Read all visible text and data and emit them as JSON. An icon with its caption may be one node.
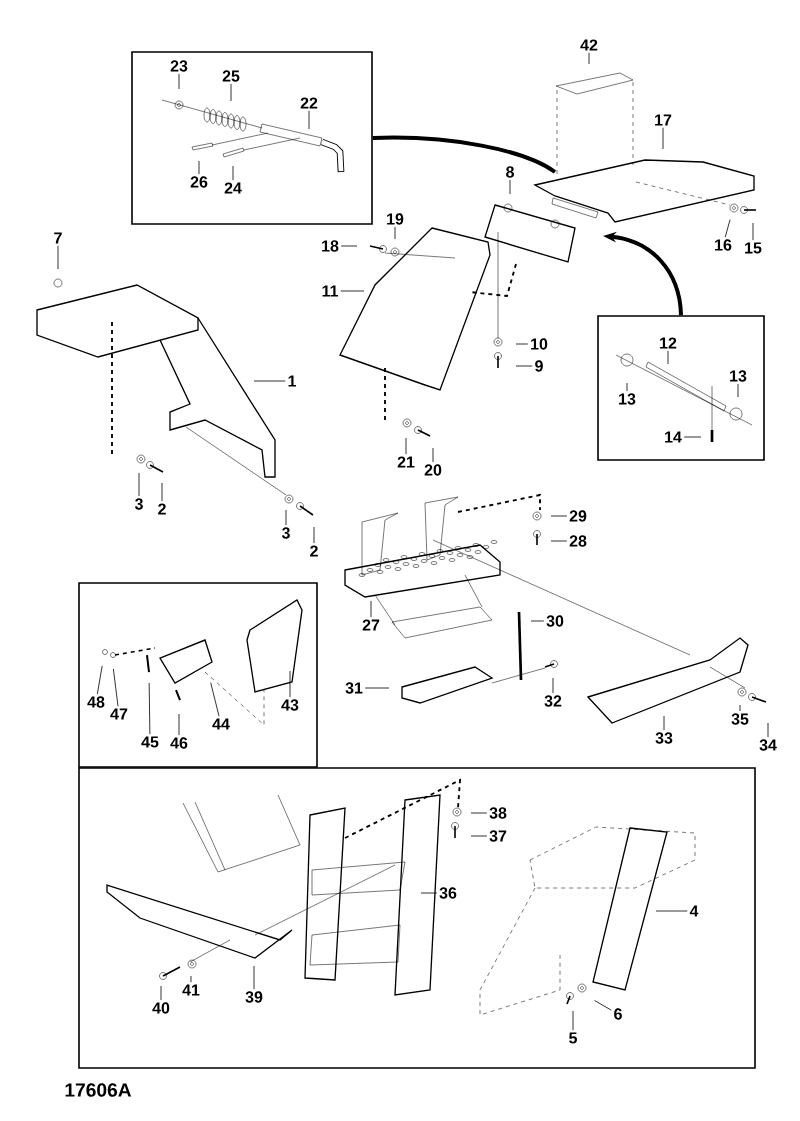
{
  "diagram": {
    "nodes": [
      {
        "text": [],
        "shape": "box"
      },
      {
        "text": [
          "23"
        ],
        "in": 0
      },
      {
        "text": [
          "25"
        ],
        "in": 0
      },
      {
        "text": [
          "22"
        ],
        "in": 0
      },
      {
        "text": [
          "26"
        ],
        "in": 0
      },
      {
        "text": [
          "24"
        ],
        "in": 0
      },
      {
        "text": [
          "42"
        ]
      },
      {
        "text": [
          "17"
        ]
      },
      {
        "text": [
          "8"
        ]
      },
      {
        "text": [
          "19"
        ]
      },
      {
        "text": [
          "18"
        ]
      },
      {
        "text": [
          "11"
        ]
      },
      {
        "text": [
          "7"
        ]
      },
      {
        "text": [
          "16"
        ]
      },
      {
        "text": [
          "15"
        ]
      },
      {
        "text": [
          "10"
        ]
      },
      {
        "text": [
          "9"
        ]
      },
      {
        "text": [],
        "shape": "box"
      },
      {
        "text": [
          "12"
        ],
        "in": 17
      },
      {
        "text": [
          "13"
        ],
        "in": 17
      },
      {
        "text": [
          "13"
        ],
        "in": 17
      },
      {
        "text": [
          "14"
        ],
        "in": 17
      },
      {
        "text": [
          "1"
        ]
      },
      {
        "text": [
          "21"
        ]
      },
      {
        "text": [
          "20"
        ]
      },
      {
        "text": [
          "3"
        ]
      },
      {
        "text": [
          "2"
        ]
      },
      {
        "text": [
          "3"
        ]
      },
      {
        "text": [
          "2"
        ]
      },
      {
        "text": [
          "29"
        ]
      },
      {
        "text": [
          "28"
        ]
      },
      {
        "text": [
          "27"
        ]
      },
      {
        "text": [
          "30"
        ]
      },
      {
        "text": [],
        "shape": "box"
      },
      {
        "text": [
          "43"
        ],
        "in": 33
      },
      {
        "text": [
          "48"
        ],
        "in": 33
      },
      {
        "text": [
          "47"
        ],
        "in": 33
      },
      {
        "text": [
          "44"
        ],
        "in": 33
      },
      {
        "text": [
          "45"
        ],
        "in": 33
      },
      {
        "text": [
          "46"
        ],
        "in": 33
      },
      {
        "text": [
          "31"
        ]
      },
      {
        "text": [
          "32"
        ]
      },
      {
        "text": [
          "33"
        ]
      },
      {
        "text": [
          "35"
        ]
      },
      {
        "text": [
          "34"
        ]
      },
      {
        "text": [],
        "shape": "box"
      },
      {
        "text": [
          "38"
        ],
        "in": 45
      },
      {
        "text": [
          "37"
        ],
        "in": 45
      },
      {
        "text": [
          "36"
        ],
        "in": 45
      },
      {
        "text": [
          "4"
        ],
        "in": 45
      },
      {
        "text": [
          "39"
        ],
        "in": 45
      },
      {
        "text": [
          "41"
        ],
        "in": 45
      },
      {
        "text": [
          "40"
        ],
        "in": 45
      },
      {
        "text": [
          "6"
        ],
        "in": 45
      },
      {
        "text": [
          "5"
        ],
        "in": 45
      }
    ],
    "edges": [
      {
        "from": 0,
        "to": null,
        "arrow": "none",
        "style": "thick"
      },
      {
        "from": 17,
        "to": null,
        "arrow": "to",
        "style": "thick"
      },
      {
        "from": 1,
        "to": null,
        "arrow": "none"
      },
      {
        "from": 2,
        "to": null,
        "arrow": "none"
      },
      {
        "from": 3,
        "to": null,
        "arrow": "none"
      },
      {
        "from": 4,
        "to": null,
        "arrow": "none"
      },
      {
        "from": 5,
        "to": null,
        "arrow": "none"
      },
      {
        "from": 6,
        "to": null,
        "arrow": "none"
      },
      {
        "from": 7,
        "to": null,
        "arrow": "none"
      },
      {
        "from": 8,
        "to": null,
        "arrow": "none"
      },
      {
        "from": 9,
        "to": null,
        "arrow": "none"
      },
      {
        "from": 10,
        "to": null,
        "arrow": "none"
      },
      {
        "from": 11,
        "to": null,
        "arrow": "none"
      },
      {
        "from": 12,
        "to": null,
        "arrow": "none"
      },
      {
        "from": 13,
        "to": null,
        "arrow": "none"
      },
      {
        "from": 14,
        "to": null,
        "arrow": "none"
      },
      {
        "from": 15,
        "to": null,
        "arrow": "none"
      },
      {
        "from": 16,
        "to": null,
        "arrow": "none"
      },
      {
        "from": 18,
        "to": null,
        "arrow": "none"
      },
      {
        "from": 19,
        "to": null,
        "arrow": "none"
      },
      {
        "from": 20,
        "to": null,
        "arrow": "none"
      },
      {
        "from": 21,
        "to": null,
        "arrow": "none"
      },
      {
        "from": 22,
        "to": null,
        "arrow": "none"
      },
      {
        "from": 23,
        "to": null,
        "arrow": "none"
      },
      {
        "from": 24,
        "to": null,
        "arrow": "none"
      },
      {
        "from": 25,
        "to": null,
        "arrow": "none"
      },
      {
        "from": 26,
        "to": null,
        "arrow": "none"
      },
      {
        "from": 27,
        "to": null,
        "arrow": "none"
      },
      {
        "from": 28,
        "to": null,
        "arrow": "none"
      },
      {
        "from": 29,
        "to": null,
        "arrow": "none"
      },
      {
        "from": 30,
        "to": null,
        "arrow": "none"
      },
      {
        "from": 31,
        "to": null,
        "arrow": "none"
      },
      {
        "from": 32,
        "to": null,
        "arrow": "none"
      },
      {
        "from": 34,
        "to": null,
        "arrow": "none"
      },
      {
        "from": 35,
        "to": null,
        "arrow": "none"
      },
      {
        "from": 36,
        "to": null,
        "arrow": "none"
      },
      {
        "from": 37,
        "to": null,
        "arrow": "none"
      },
      {
        "from": 38,
        "to": null,
        "arrow": "none"
      },
      {
        "from": 39,
        "to": null,
        "arrow": "none"
      },
      {
        "from": 40,
        "to": null,
        "arrow": "none"
      },
      {
        "from": 41,
        "to": null,
        "arrow": "none"
      },
      {
        "from": 42,
        "to": null,
        "arrow": "none"
      },
      {
        "from": 43,
        "to": null,
        "arrow": "none"
      },
      {
        "from": 44,
        "to": null,
        "arrow": "none"
      },
      {
        "from": 46,
        "to": null,
        "arrow": "none"
      },
      {
        "from": 47,
        "to": null,
        "arrow": "none"
      },
      {
        "from": 48,
        "to": null,
        "arrow": "none"
      },
      {
        "from": 49,
        "to": null,
        "arrow": "none"
      },
      {
        "from": 50,
        "to": null,
        "arrow": "none"
      },
      {
        "from": 51,
        "to": null,
        "arrow": "none"
      },
      {
        "from": 52,
        "to": null,
        "arrow": "none"
      },
      {
        "from": 53,
        "to": null,
        "arrow": "none"
      },
      {
        "from": 54,
        "to": null,
        "arrow": "none"
      }
    ],
    "labels": [
      "17606A"
    ]
  }
}
